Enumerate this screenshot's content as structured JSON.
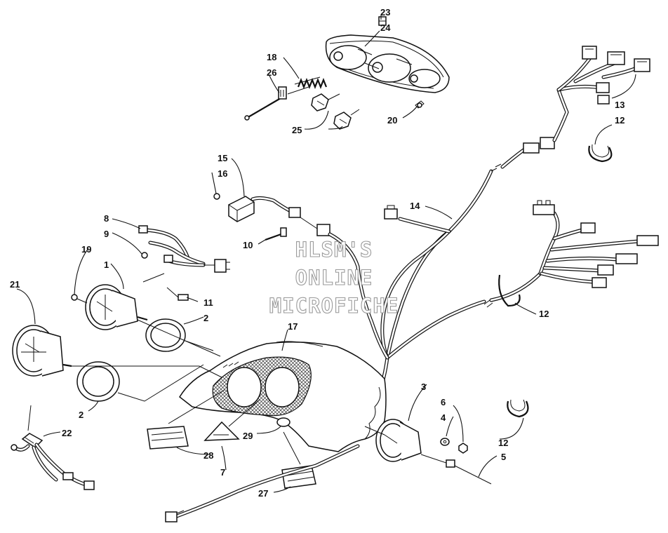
{
  "watermark": {
    "line1": "HLSM'S",
    "line2": "ONLINE",
    "line3": "MICROFICHE"
  },
  "callouts": {
    "c1": "1",
    "c2a": "2",
    "c2b": "2",
    "c3": "3",
    "c4": "4",
    "c5": "5",
    "c6": "6",
    "c7": "7",
    "c8": "8",
    "c9": "9",
    "c10": "10",
    "c11": "11",
    "c12a": "12",
    "c12b": "12",
    "c12c": "12",
    "c13": "13",
    "c14": "14",
    "c15": "15",
    "c16": "16",
    "c17": "17",
    "c18": "18",
    "c19": "19",
    "c20": "20",
    "c21": "21",
    "c22": "22",
    "c23": "23",
    "c24": "24",
    "c25": "25",
    "c26": "26",
    "c27": "27",
    "c28": "28",
    "c29": "29"
  },
  "colors": {
    "ink": "#111111",
    "watermark_outline": "#9a9a9a",
    "background": "#ffffff"
  }
}
